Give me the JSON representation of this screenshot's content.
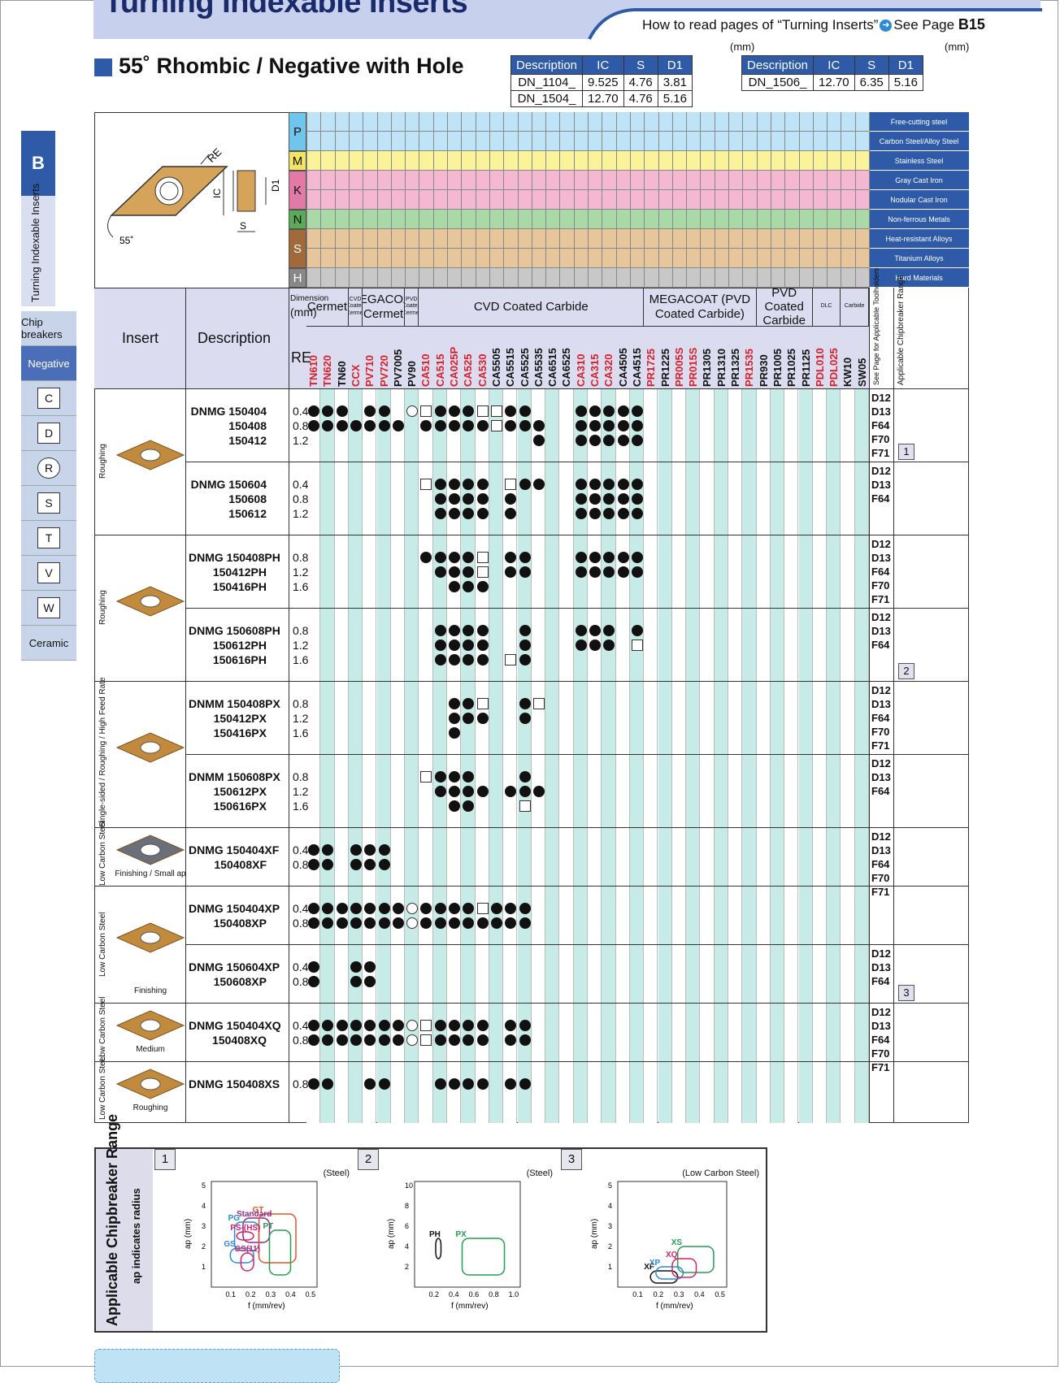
{
  "header": {
    "title": "Turning Indexable Inserts",
    "how_to_read": "How to read pages of “Turning Inserts”",
    "see_page": "See Page",
    "see_page_ref": "B15"
  },
  "section": {
    "title": "55˚ Rhombic / Negative with Hole"
  },
  "spec_tables": [
    {
      "unit": "(mm)",
      "headers": [
        "Description",
        "IC",
        "S",
        "D1"
      ],
      "rows": [
        [
          "DN_1104_",
          "9.525",
          "4.76",
          "3.81"
        ],
        [
          "DN_1504_",
          "12.70",
          "4.76",
          "5.16"
        ]
      ]
    },
    {
      "unit": "(mm)",
      "headers": [
        "Description",
        "IC",
        "S",
        "D1"
      ],
      "rows": [
        [
          "DN_1506_",
          "12.70",
          "6.35",
          "5.16"
        ]
      ]
    }
  ],
  "sidebar": {
    "tab_letter": "B",
    "tab_label": "Turning Indexable Inserts",
    "items": [
      "Chip breakers",
      "Negative",
      "C",
      "D",
      "R",
      "S",
      "T",
      "V",
      "W",
      "Ceramic"
    ]
  },
  "diagram_labels": {
    "re": "RE",
    "ic": "IC",
    "d1": "D1",
    "s": "S",
    "angle": "55˚"
  },
  "materials": [
    {
      "code": "P",
      "rows": [
        "Free-cutting steel",
        "Carbon Steel/Alloy Steel"
      ],
      "color": "#bfe3f7"
    },
    {
      "code": "M",
      "rows": [
        "Stainless Steel"
      ],
      "color": "#fbf39a"
    },
    {
      "code": "K",
      "rows": [
        "Gray Cast Iron",
        "Nodular Cast Iron"
      ],
      "color": "#f5b8d2"
    },
    {
      "code": "N",
      "rows": [
        "Non-ferrous Metals"
      ],
      "color": "#a8d9a6"
    },
    {
      "code": "S",
      "rows": [
        "Heat-resistant Alloys",
        "Titanium Alloys"
      ],
      "color": "#e8c69c"
    },
    {
      "code": "H",
      "rows": [
        "Hard Materials"
      ],
      "color": "#c8c8c8"
    }
  ],
  "table_head": {
    "insert": "Insert",
    "description": "Description",
    "dimension": "Dimension",
    "dimension_unit": "(mm)",
    "re": "RE",
    "groups": [
      "Cermet",
      "CVD Coated Cermet",
      "MEGACOAT Cermet",
      "PVD Coated Cermet",
      "CVD Coated Carbide",
      "MEGACOAT (PVD Coated Carbide)",
      "PVD Coated Carbide",
      "DLC",
      "Carbide"
    ],
    "toolholders": "See Page for Applicable Toolholders",
    "chip_range": "Applicable Chipbreaker Range"
  },
  "grades": [
    {
      "name": "TN610",
      "color": "#d8202a"
    },
    {
      "name": "TN620",
      "color": "#d8202a"
    },
    {
      "name": "TN60",
      "color": "#111111"
    },
    {
      "name": "CCX",
      "color": "#d8202a"
    },
    {
      "name": "PV710",
      "color": "#d8202a"
    },
    {
      "name": "PV720",
      "color": "#d8202a"
    },
    {
      "name": "PV7005",
      "color": "#111111"
    },
    {
      "name": "PV90",
      "color": "#111111"
    },
    {
      "name": "CA510",
      "color": "#d8202a"
    },
    {
      "name": "CA515",
      "color": "#d8202a"
    },
    {
      "name": "CA025P",
      "color": "#d8202a"
    },
    {
      "name": "CA525",
      "color": "#d8202a"
    },
    {
      "name": "CA530",
      "color": "#d8202a"
    },
    {
      "name": "CA5505",
      "color": "#111111"
    },
    {
      "name": "CA5515",
      "color": "#111111"
    },
    {
      "name": "CA5525",
      "color": "#111111"
    },
    {
      "name": "CA5535",
      "color": "#111111"
    },
    {
      "name": "CA6515",
      "color": "#111111"
    },
    {
      "name": "CA6525",
      "color": "#111111"
    },
    {
      "name": "CA310",
      "color": "#d8202a"
    },
    {
      "name": "CA315",
      "color": "#d8202a"
    },
    {
      "name": "CA320",
      "color": "#d8202a"
    },
    {
      "name": "CA4505",
      "color": "#111111"
    },
    {
      "name": "CA4515",
      "color": "#111111"
    },
    {
      "name": "PR1725",
      "color": "#d8202a"
    },
    {
      "name": "PR1225",
      "color": "#111111"
    },
    {
      "name": "PR005S",
      "color": "#d8202a"
    },
    {
      "name": "PR015S",
      "color": "#d8202a"
    },
    {
      "name": "PR1305",
      "color": "#111111"
    },
    {
      "name": "PR1310",
      "color": "#111111"
    },
    {
      "name": "PR1325",
      "color": "#111111"
    },
    {
      "name": "PR1535",
      "color": "#d8202a"
    },
    {
      "name": "PR930",
      "color": "#111111"
    },
    {
      "name": "PR1005",
      "color": "#111111"
    },
    {
      "name": "PR1025",
      "color": "#111111"
    },
    {
      "name": "PR1125",
      "color": "#111111"
    },
    {
      "name": "PDL010",
      "color": "#d8202a"
    },
    {
      "name": "PDL025",
      "color": "#d8202a"
    },
    {
      "name": "KW10",
      "color": "#111111"
    },
    {
      "name": "SW05",
      "color": "#111111"
    }
  ],
  "blocks": [
    {
      "app": "Roughing",
      "label": "",
      "series": "DNMG",
      "items": [
        [
          "150404",
          "0.4"
        ],
        [
          "150408",
          "0.8"
        ],
        [
          "150412",
          "1.2"
        ]
      ],
      "pages": [
        "D12",
        "D13",
        "F64",
        "F70",
        "F71"
      ],
      "range": "1"
    },
    {
      "app": "",
      "label": "",
      "series": "DNMG",
      "items": [
        [
          "150604",
          "0.4"
        ],
        [
          "150608",
          "0.8"
        ],
        [
          "150612",
          "1.2"
        ]
      ],
      "pages": [
        "D12",
        "D13",
        "F64"
      ],
      "range": ""
    },
    {
      "app": "Roughing",
      "label": "",
      "series": "DNMG",
      "items": [
        [
          "150408PH",
          "0.8"
        ],
        [
          "150412PH",
          "1.2"
        ],
        [
          "150416PH",
          "1.6"
        ]
      ],
      "pages": [
        "D12",
        "D13",
        "F64",
        "F70",
        "F71"
      ],
      "range": ""
    },
    {
      "app": "",
      "label": "",
      "series": "DNMG",
      "items": [
        [
          "150608PH",
          "0.8"
        ],
        [
          "150612PH",
          "1.2"
        ],
        [
          "150616PH",
          "1.6"
        ]
      ],
      "pages": [
        "D12",
        "D13",
        "F64"
      ],
      "range": "2"
    },
    {
      "app": "Single-sided / Roughing / High Feed Rate",
      "label": "",
      "series": "DNMM",
      "items": [
        [
          "150408PX",
          "0.8"
        ],
        [
          "150412PX",
          "1.2"
        ],
        [
          "150416PX",
          "1.6"
        ]
      ],
      "pages": [
        "D12",
        "D13",
        "F64",
        "F70",
        "F71"
      ],
      "range": ""
    },
    {
      "app": "",
      "label": "",
      "series": "DNMM",
      "items": [
        [
          "150608PX",
          "0.8"
        ],
        [
          "150612PX",
          "1.2"
        ],
        [
          "150616PX",
          "1.6"
        ]
      ],
      "pages": [
        "D12",
        "D13",
        "F64"
      ],
      "range": ""
    },
    {
      "app": "Low Carbon Steel",
      "label": "Finishing / Small ap",
      "series": "DNMG",
      "items": [
        [
          "150404XF",
          "0.4"
        ],
        [
          "150408XF",
          "0.8"
        ]
      ],
      "pages": [
        "D12",
        "D13",
        "F64",
        "F70",
        "F71"
      ],
      "range": ""
    },
    {
      "app": "Low Carbon Steel",
      "label": "Finishing",
      "series": "DNMG",
      "items": [
        [
          "150404XP",
          "0.4"
        ],
        [
          "150408XP",
          "0.8"
        ]
      ],
      "pages": [],
      "range": ""
    },
    {
      "app": "",
      "label": "",
      "series": "DNMG",
      "items": [
        [
          "150604XP",
          "0.4"
        ],
        [
          "150608XP",
          "0.8"
        ]
      ],
      "pages": [
        "D12",
        "D13",
        "F64"
      ],
      "range": "3"
    },
    {
      "app": "Low Carbon Steel",
      "label": "Medium",
      "series": "DNMG",
      "items": [
        [
          "150404XQ",
          "0.4"
        ],
        [
          "150408XQ",
          "0.8"
        ]
      ],
      "pages": [
        "D12",
        "D13",
        "F64",
        "F70",
        "F71"
      ],
      "range": ""
    },
    {
      "app": "Low Carbon Steel",
      "label": "Roughing",
      "series": "DNMG",
      "items": [
        [
          "150408XS",
          "0.8"
        ]
      ],
      "pages": [],
      "range": ""
    }
  ],
  "chip_panel": {
    "title": "Applicable Chipbreaker Range",
    "subtitle": "ap indicates radius",
    "charts": [
      {
        "num": "1",
        "material": "(Steel)",
        "xlabel": "f (mm/rev)",
        "ylabel": "ap (mm)",
        "xticks": [
          "0.1",
          "0.2",
          "0.3",
          "0.4",
          "0.5"
        ],
        "yticks": [
          "1",
          "2",
          "3",
          "4",
          "5"
        ],
        "labels": [
          "Standard",
          "PG",
          "PS-(HS)",
          "GS",
          "GS(11)",
          "GT",
          "PT"
        ]
      },
      {
        "num": "2",
        "material": "(Steel)",
        "xlabel": "f (mm/rev)",
        "ylabel": "ap (mm)",
        "xticks": [
          "0.2",
          "0.4",
          "0.6",
          "0.8",
          "1.0"
        ],
        "yticks": [
          "2",
          "4",
          "6",
          "8",
          "10"
        ],
        "labels": [
          "PH",
          "PX"
        ]
      },
      {
        "num": "3",
        "material": "(Low Carbon Steel)",
        "xlabel": "f (mm/rev)",
        "ylabel": "ap (mm)",
        "xticks": [
          "0.1",
          "0.2",
          "0.3",
          "0.4",
          "0.5"
        ],
        "yticks": [
          "1",
          "2",
          "3",
          "4",
          "5"
        ],
        "labels": [
          "XF",
          "XP",
          "XS",
          "XQ"
        ]
      }
    ]
  }
}
